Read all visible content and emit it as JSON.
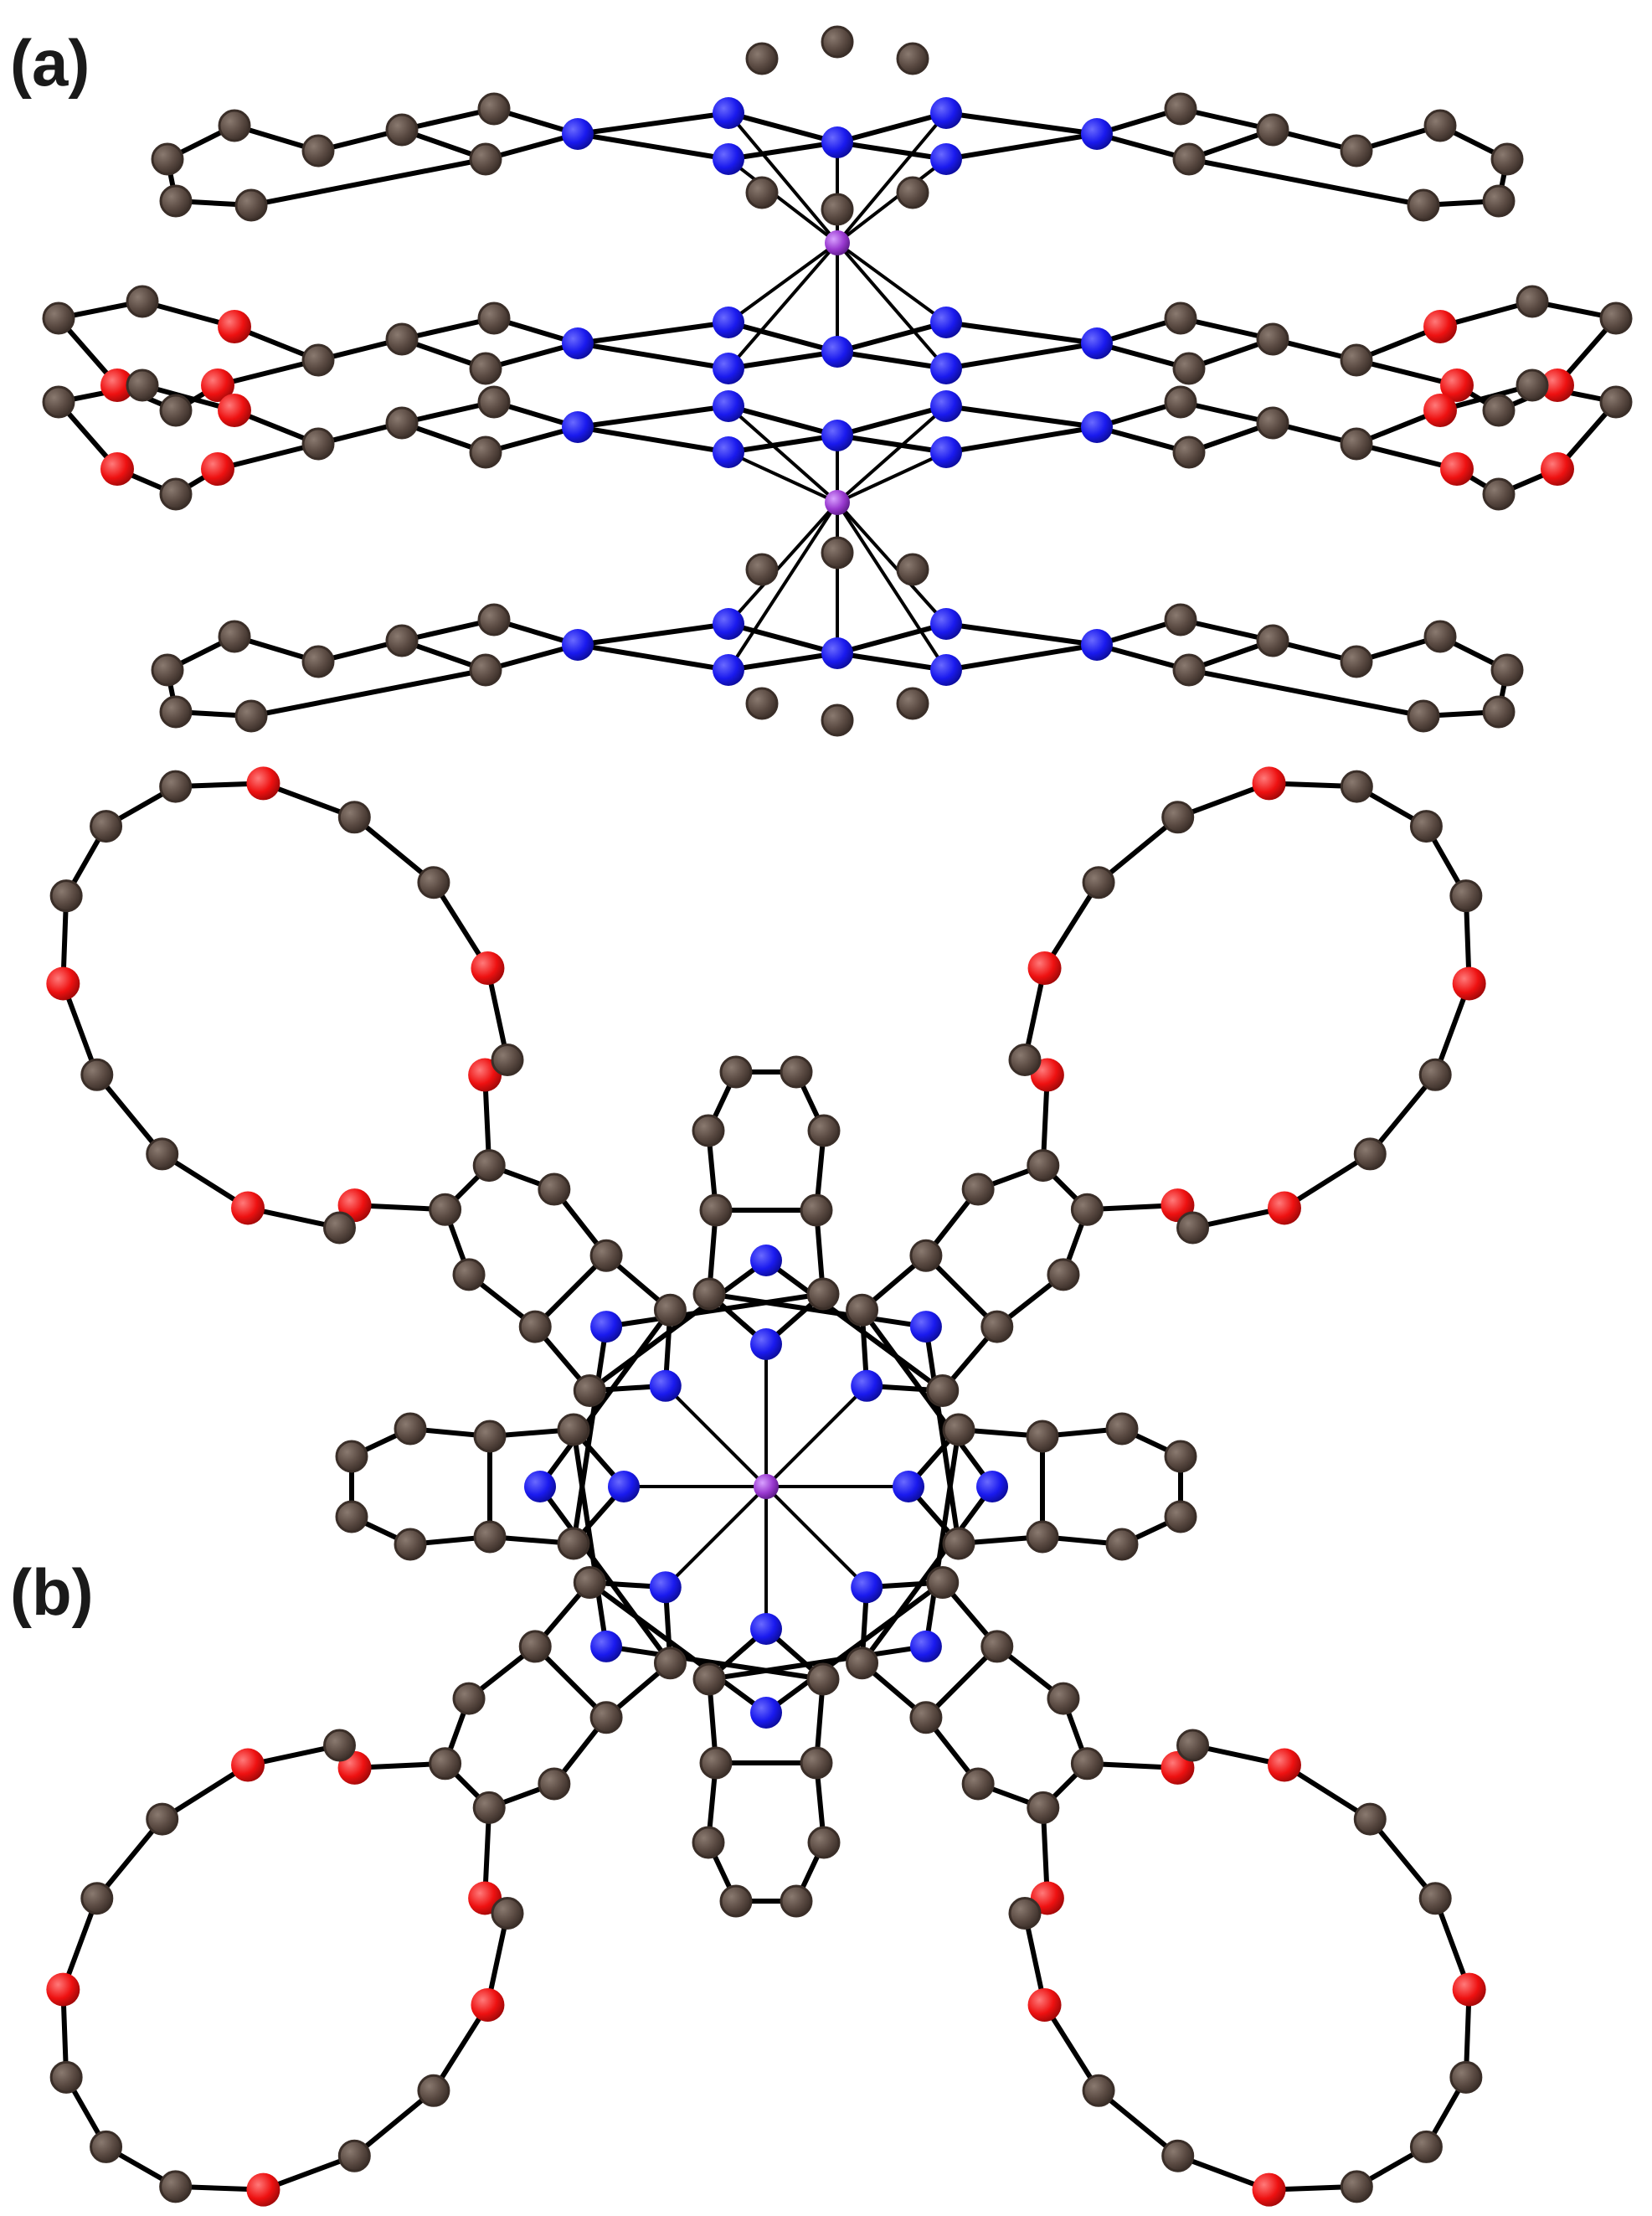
{
  "figure": {
    "panels": [
      {
        "id": "a",
        "label": "(a)",
        "view": "side"
      },
      {
        "id": "b",
        "label": "(b)",
        "view": "top"
      }
    ]
  },
  "legend_colors": {
    "carbon": "#5a4a42",
    "nitrogen": "#1a1aee",
    "oxygen": "#ee1111",
    "metal": "#9a3ad0",
    "bond": "#000000"
  },
  "atom_types": [
    "carbon",
    "nitrogen",
    "oxygen",
    "metal"
  ]
}
